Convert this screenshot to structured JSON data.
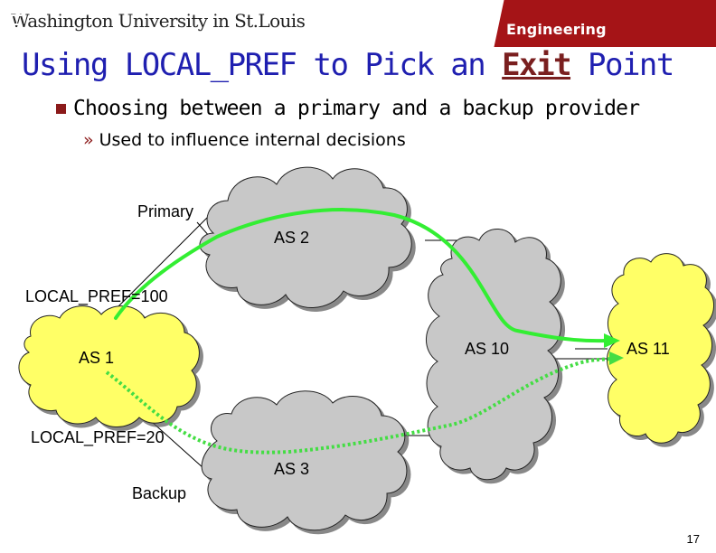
{
  "header": {
    "university": "Washington University in St.Louis",
    "school": "Engineering"
  },
  "slide": {
    "title_before": "Using LOCAL_PREF to Pick an ",
    "title_emphasis": "Exit",
    "title_after": " Point",
    "bullet": "Choosing between a primary and a backup provider",
    "sub_bullet": "Used to influence internal decisions",
    "page_number": "17"
  },
  "diagram": {
    "labels": {
      "primary": "Primary",
      "backup": "Backup",
      "local_pref_100": "LOCAL_PREF=100",
      "local_pref_20": "LOCAL_PREF=20",
      "as1": "AS 1",
      "as2": "AS 2",
      "as3": "AS 3",
      "as10": "AS 10",
      "as11": "AS 11"
    },
    "colors": {
      "yellow_cloud": "#ffff66",
      "gray_cloud": "#c8c8c8",
      "primary_path": "#33ee33",
      "backup_path": "#44dd44"
    }
  }
}
